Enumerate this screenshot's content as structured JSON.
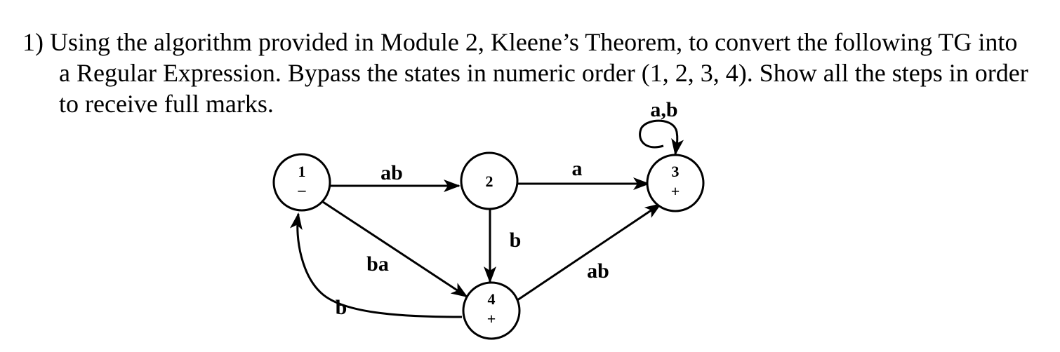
{
  "question": {
    "line1": "1) Using the algorithm provided in Module 2, Kleene’s Theorem, to convert the following TG into",
    "line2": "a Regular Expression. Bypass the states in numeric order (1, 2, 3, 4).  Show all the steps in order",
    "line3": "to receive full marks."
  },
  "diagram": {
    "states": [
      {
        "id": "1",
        "marker": "–"
      },
      {
        "id": "2",
        "marker": ""
      },
      {
        "id": "3",
        "marker": "+"
      },
      {
        "id": "4",
        "marker": "+"
      }
    ],
    "edges": [
      {
        "from": "1",
        "to": "2",
        "label": "ab"
      },
      {
        "from": "2",
        "to": "3",
        "label": "a"
      },
      {
        "from": "3",
        "to": "3",
        "label": "a,b"
      },
      {
        "from": "2",
        "to": "4",
        "label": "b"
      },
      {
        "from": "1",
        "to": "4",
        "label": "ba"
      },
      {
        "from": "4",
        "to": "1",
        "label": "b"
      },
      {
        "from": "4",
        "to": "3",
        "label": "ab"
      }
    ]
  }
}
